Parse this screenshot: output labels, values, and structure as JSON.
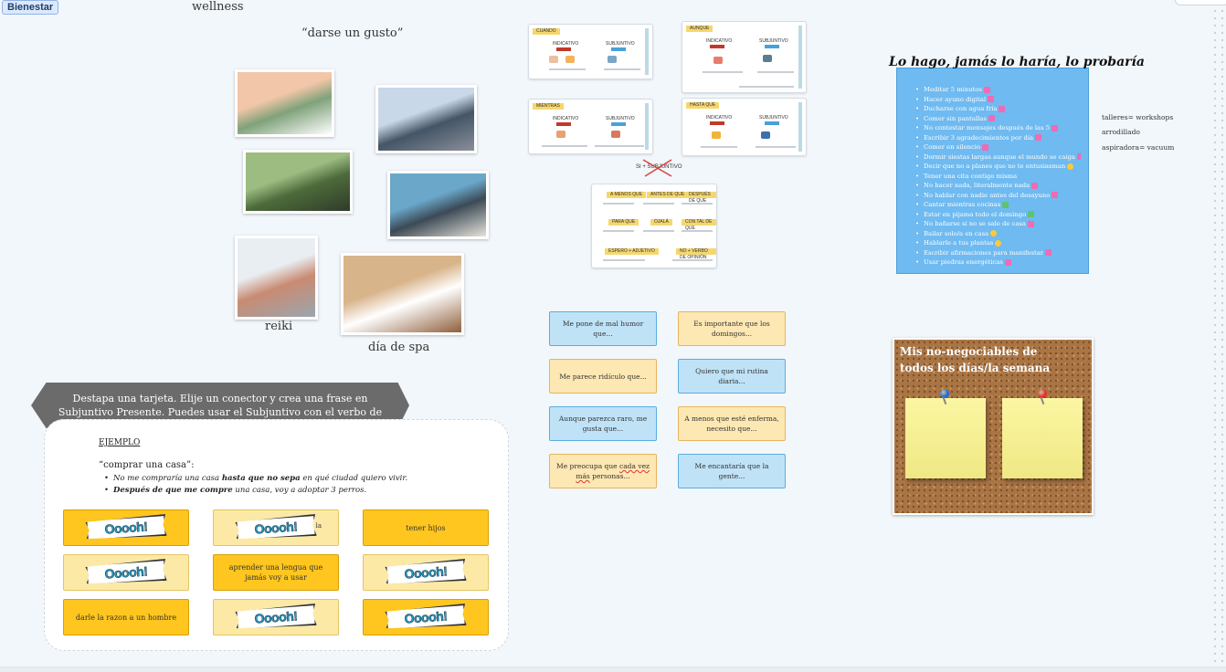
{
  "frame": {
    "label": "Bienestar"
  },
  "titles": {
    "wellness": "wellness",
    "gusto": "“darse un gusto”"
  },
  "photos": [
    {
      "name": "face-mask-photo",
      "colors": [
        "#f2c6a8",
        "#7fa27a",
        "#ffffff"
      ]
    },
    {
      "name": "hiker-lake-photo",
      "colors": [
        "#c9d8e8",
        "#445566",
        "#8a8f99"
      ]
    },
    {
      "name": "group-meditation-photo",
      "colors": [
        "#9cbc82",
        "#4d6b3b",
        "#2f3b2a"
      ]
    },
    {
      "name": "ice-bath-photo",
      "colors": [
        "#6aa7c9",
        "#3c4a55",
        "#e7e3dc"
      ]
    },
    {
      "name": "reiki-photo",
      "colors": [
        "#e9eef2",
        "#c98b72",
        "#9aa6b0"
      ]
    },
    {
      "name": "spa-bath-photo",
      "colors": [
        "#d8b48a",
        "#ffffff",
        "#8f5f3c"
      ]
    }
  ],
  "captions": {
    "reiki": "reiki",
    "spa": "día de spa"
  },
  "slides": [
    {
      "tag": "CUANDO",
      "col1": "INDICATIVO",
      "col2": "SUBJUNTIVO"
    },
    {
      "tag": "AUNQUE",
      "col1": "INDICATIVO",
      "col2": "SUBJUNTIVO"
    },
    {
      "tag": "MIENTRAS",
      "col1": "INDICATIVO",
      "col2": "SUBJUNTIVO"
    },
    {
      "tag": "HASTA QUE",
      "col1": "INDICATIVO",
      "col2": "SUBJUNTIVO"
    }
  ],
  "strike_note": "SI + SUBJUNTIVO",
  "connector_slide": {
    "tags": [
      "A MENOS QUE",
      "ANTES DE QUE",
      "DESPUÉS DE QUE",
      "PARA QUE",
      "OJALÁ",
      "CON TAL DE QUE",
      "ESPERO + ADJETIVO",
      "NO + VERBO DE OPINIÓN"
    ]
  },
  "instruction": "Destapa una tarjeta. Elije un conector y crea una frase en Subjuntivo Presente. Puedes usar el Subjuntivo con el verbo de la tarjeta o con otro.",
  "example": {
    "heading": "EJEMPLO",
    "prompt": "“comprar una casa”:",
    "line1_a": "No me compraría una casa ",
    "line1_b": "hasta que no sepa",
    "line1_c": " en qué ciudad quiero vivir.",
    "line2_a": "Después de que me compre",
    "line2_b": " una casa, voy a adoptar 3 perros."
  },
  "oooh": "Ooooh!",
  "tarjetas": [
    {
      "type": "banner"
    },
    {
      "type": "banner",
      "suffix": "la"
    },
    {
      "type": "text",
      "text": "tener hijos"
    },
    {
      "type": "banner"
    },
    {
      "type": "text",
      "text": "aprender una lengua que jamás voy a usar"
    },
    {
      "type": "banner"
    },
    {
      "type": "text",
      "text": "darle la razon a un hombre"
    },
    {
      "type": "banner"
    },
    {
      "type": "banner"
    }
  ],
  "connectors": [
    {
      "text": "Me pone de mal humor que...",
      "color": "blue"
    },
    {
      "text": "Es importante que los domingos...",
      "color": "yellow"
    },
    {
      "text": "Me parece ridículo que...",
      "color": "yellow"
    },
    {
      "text": "Quiero que mi rutina diaria...",
      "color": "blue"
    },
    {
      "text": "Aunque parezca raro, me gusta que...",
      "color": "blue"
    },
    {
      "text": "A menos que esté enferma, necesito que...",
      "color": "yellow"
    },
    {
      "text_a": "Me preocupa que ",
      "text_b": "cada vez más",
      "text_c": " personas...",
      "color": "yellow"
    },
    {
      "text": "Me encantaría que la gente...",
      "color": "blue"
    }
  ],
  "list": {
    "title": "Lo hago, jamás lo haría, lo probaría",
    "items": [
      {
        "t": "Meditar 5 minutos",
        "e": "pink"
      },
      {
        "t": "Hacer ayuno digital",
        "e": "pink"
      },
      {
        "t": "Ducharse con agua fría",
        "e": "pink"
      },
      {
        "t": "Comer sin pantallas",
        "e": "pink"
      },
      {
        "t": "No contestar mensajes después de las 5",
        "e": "pink"
      },
      {
        "t": "Escribir 3 agradecimientos por día",
        "e": "pink"
      },
      {
        "t": "Comer en silencio",
        "e": "pink"
      },
      {
        "t": "Dormir siestas largas aunque el mundo se caiga",
        "e": "pink"
      },
      {
        "t": "Decir que no a planes que no te entusiasman",
        "e": "star"
      },
      {
        "t": "Tener una cita contigo misma",
        "e": ""
      },
      {
        "t": "No hacer nada, literalmente nada",
        "e": "pink"
      },
      {
        "t": "No hablar con nadie antes del desayuno",
        "e": "pink"
      },
      {
        "t": "Cantar mientras cocinas",
        "e": "green"
      },
      {
        "t": "Estar en pijama todo el domingo",
        "e": "green"
      },
      {
        "t": "No bañarse si no se sale de casa",
        "e": "pink"
      },
      {
        "t": "Bailar solo/a en casa",
        "e": "star"
      },
      {
        "t": "Hablarle a tus plantas",
        "e": "star"
      },
      {
        "t": "Escribir afirmaciones para manifestar",
        "e": "pink"
      },
      {
        "t": "Usar piedras energéticas",
        "e": "pink"
      }
    ]
  },
  "notes": [
    "talleres= workshops",
    "arrodillado",
    "aspiradora= vacuum"
  ],
  "cork": {
    "title": "Mis no-negociables de todos los días/la semana",
    "pin_colors": [
      "#1e6fd0",
      "#e0302b"
    ]
  }
}
